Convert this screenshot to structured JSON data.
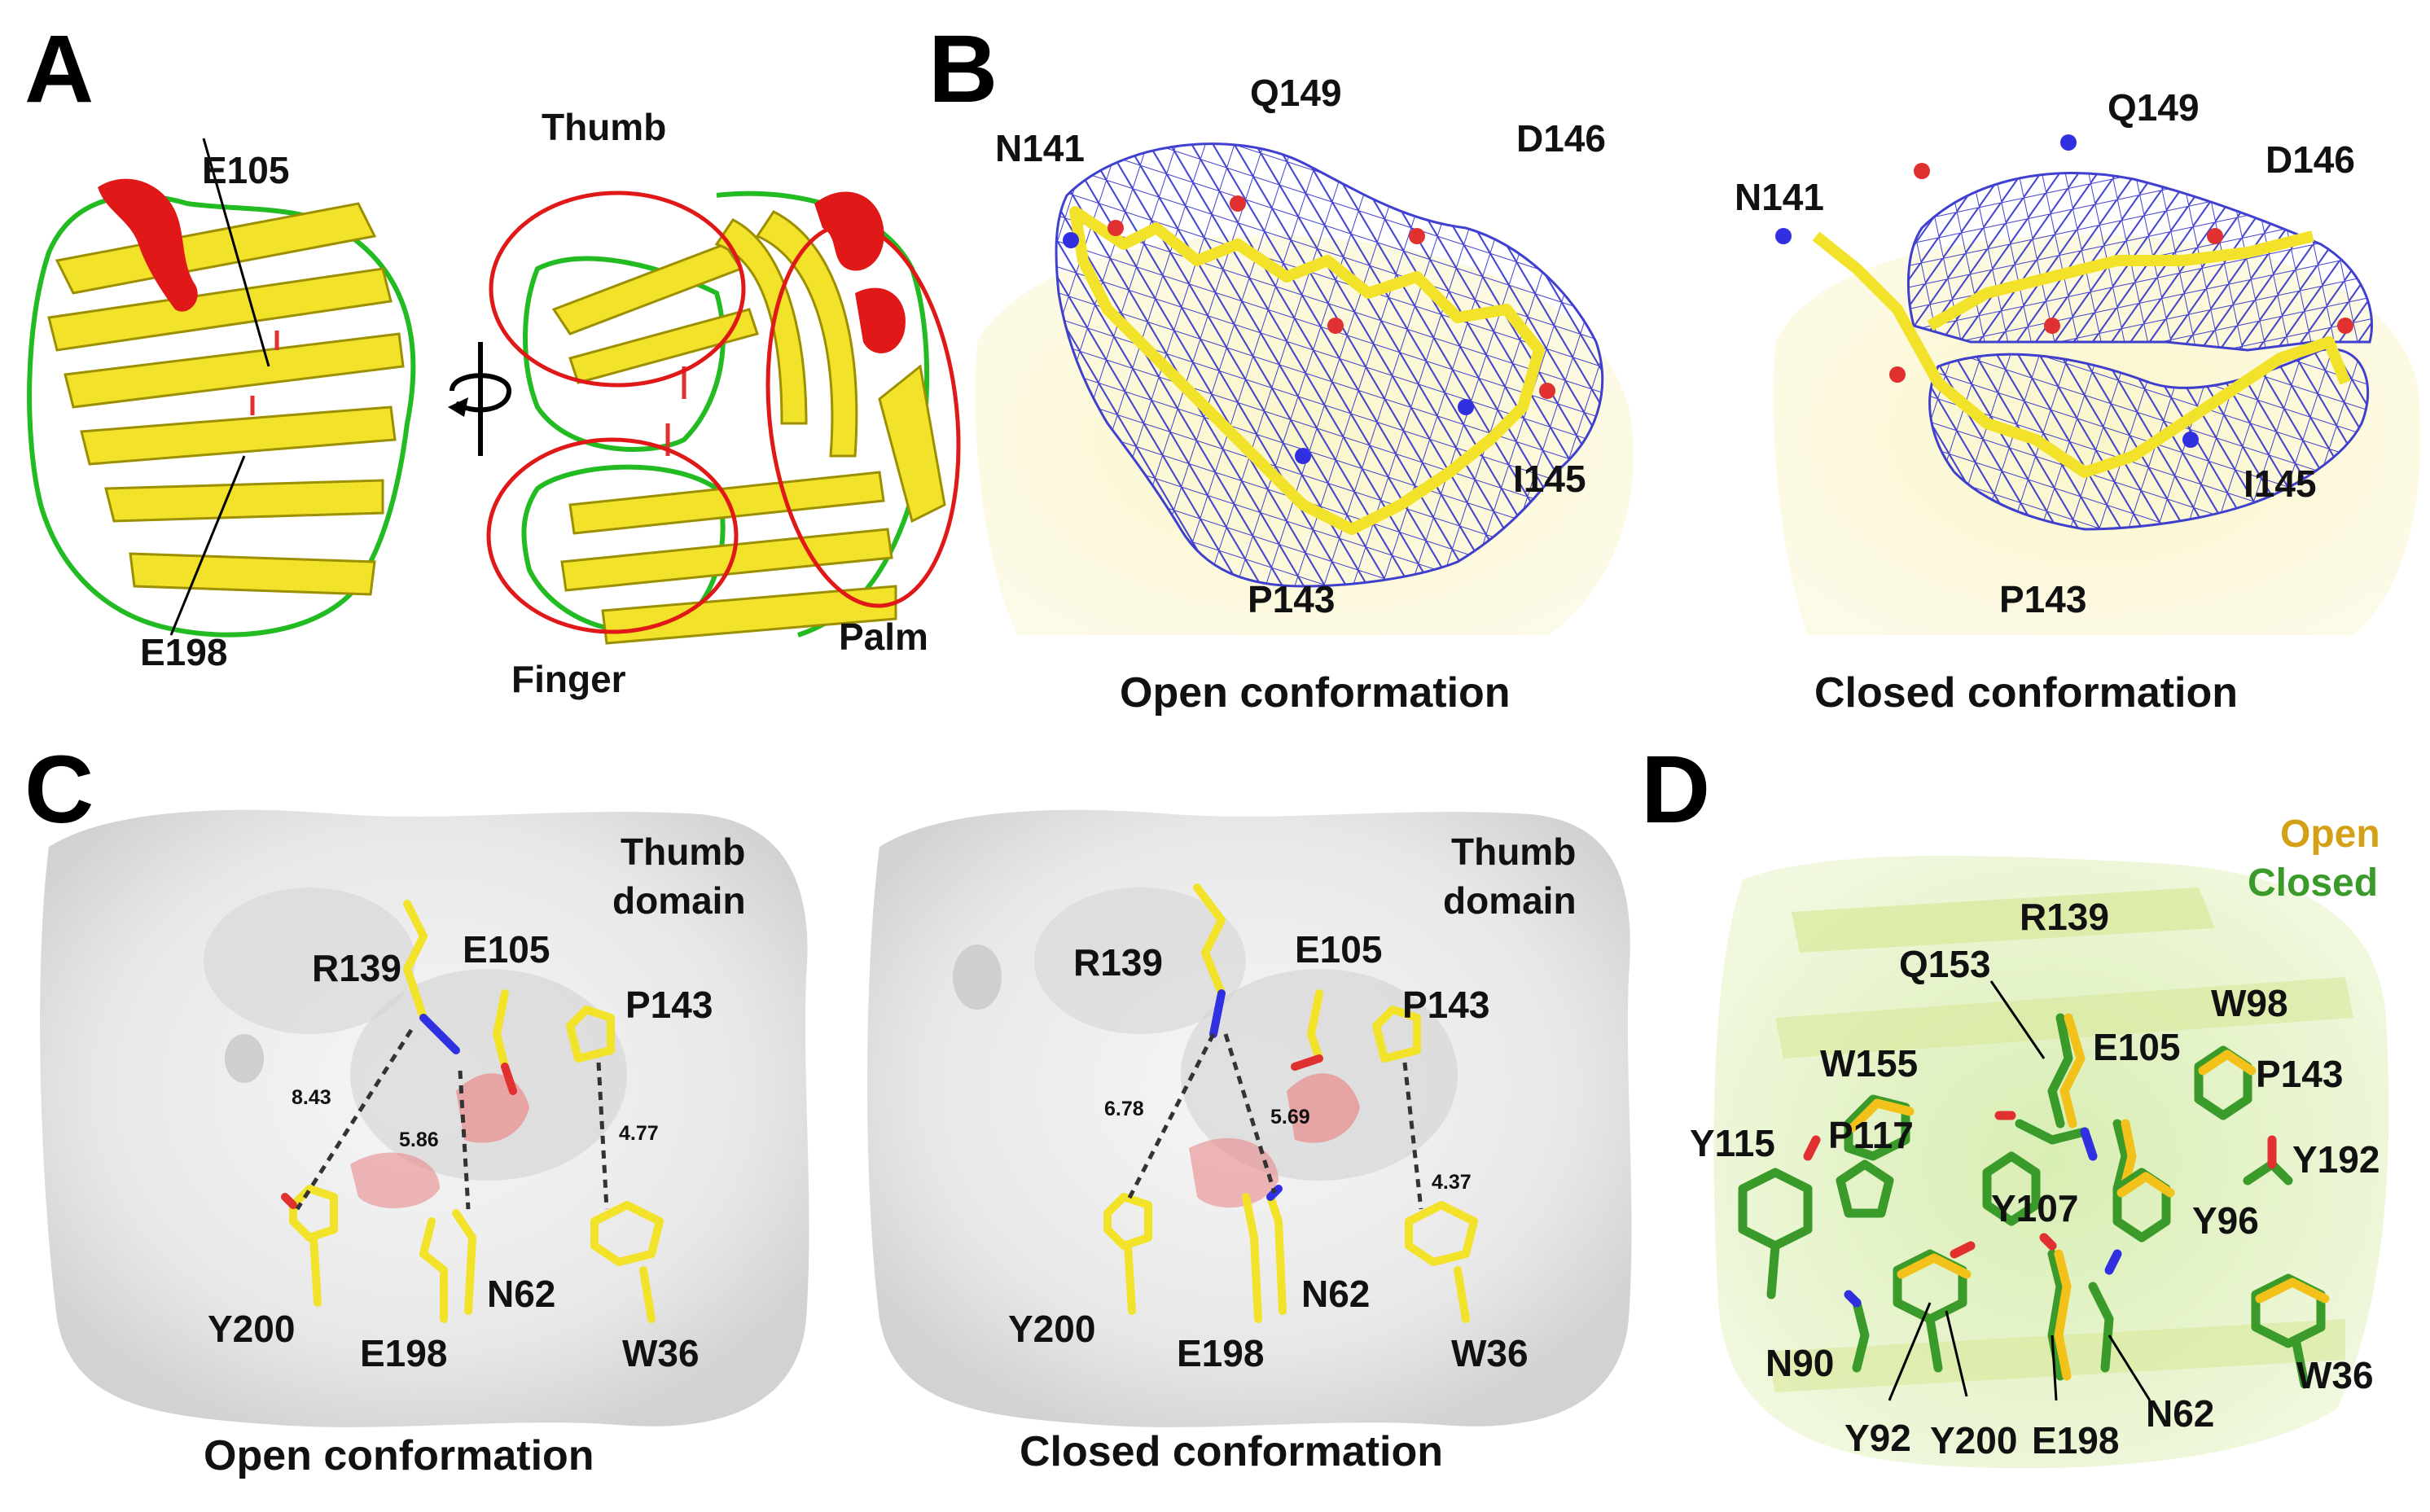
{
  "colors": {
    "strand": "#f2e22a",
    "strand_edge": "#9c8f00",
    "loop": "#22bb22",
    "helix": "#e01818",
    "circle": "#e01818",
    "mesh": "#2b2bcc",
    "nitrogen": "#3030e0",
    "oxygen": "#e03030",
    "surface": "#efefef",
    "surface_shade": "#d6d6d6",
    "pocket": "#e88a8a",
    "open_legend": "#d4a017",
    "closed_legend": "#3a9a2a"
  },
  "panel_A": {
    "letter": "A",
    "labels": {
      "e105": "E105",
      "e198": "E198"
    },
    "domains": {
      "thumb": "Thumb",
      "finger": "Finger",
      "palm": "Palm"
    }
  },
  "panel_B": {
    "letter": "B",
    "open": {
      "labels": {
        "n141": "N141",
        "q149": "Q149",
        "d146": "D146",
        "i145": "I145",
        "p143": "P143"
      },
      "caption": "Open conformation"
    },
    "closed": {
      "labels": {
        "n141": "N141",
        "q149": "Q149",
        "d146": "D146",
        "i145": "I145",
        "p143": "P143"
      },
      "caption": "Closed conformation"
    }
  },
  "panel_C": {
    "letter": "C",
    "open": {
      "thumb_domain": [
        "Thumb",
        "domain"
      ],
      "residues": {
        "r139": "R139",
        "e105": "E105",
        "p143": "P143",
        "y200": "Y200",
        "e198": "E198",
        "n62": "N62",
        "w36": "W36"
      },
      "distances": {
        "d1": "8.43",
        "d2": "5.86",
        "d3": "4.77"
      },
      "caption": "Open conformation"
    },
    "closed": {
      "thumb_domain": [
        "Thumb",
        "domain"
      ],
      "residues": {
        "r139": "R139",
        "e105": "E105",
        "p143": "P143",
        "y200": "Y200",
        "e198": "E198",
        "n62": "N62",
        "w36": "W36"
      },
      "distances": {
        "d1": "6.78",
        "d2": "5.69",
        "d3": "4.37"
      },
      "caption": "Closed conformation"
    }
  },
  "panel_D": {
    "letter": "D",
    "legend": {
      "open": "Open",
      "closed": "Closed"
    },
    "residues": {
      "q153": "Q153",
      "r139": "R139",
      "w155": "W155",
      "e105": "E105",
      "w98": "W98",
      "p143": "P143",
      "y115": "Y115",
      "p117": "P117",
      "y192": "Y192",
      "y107": "Y107",
      "y96": "Y96",
      "n90": "N90",
      "y92": "Y92",
      "y200": "Y200",
      "e198": "E198",
      "n62": "N62",
      "w36": "W36"
    }
  }
}
